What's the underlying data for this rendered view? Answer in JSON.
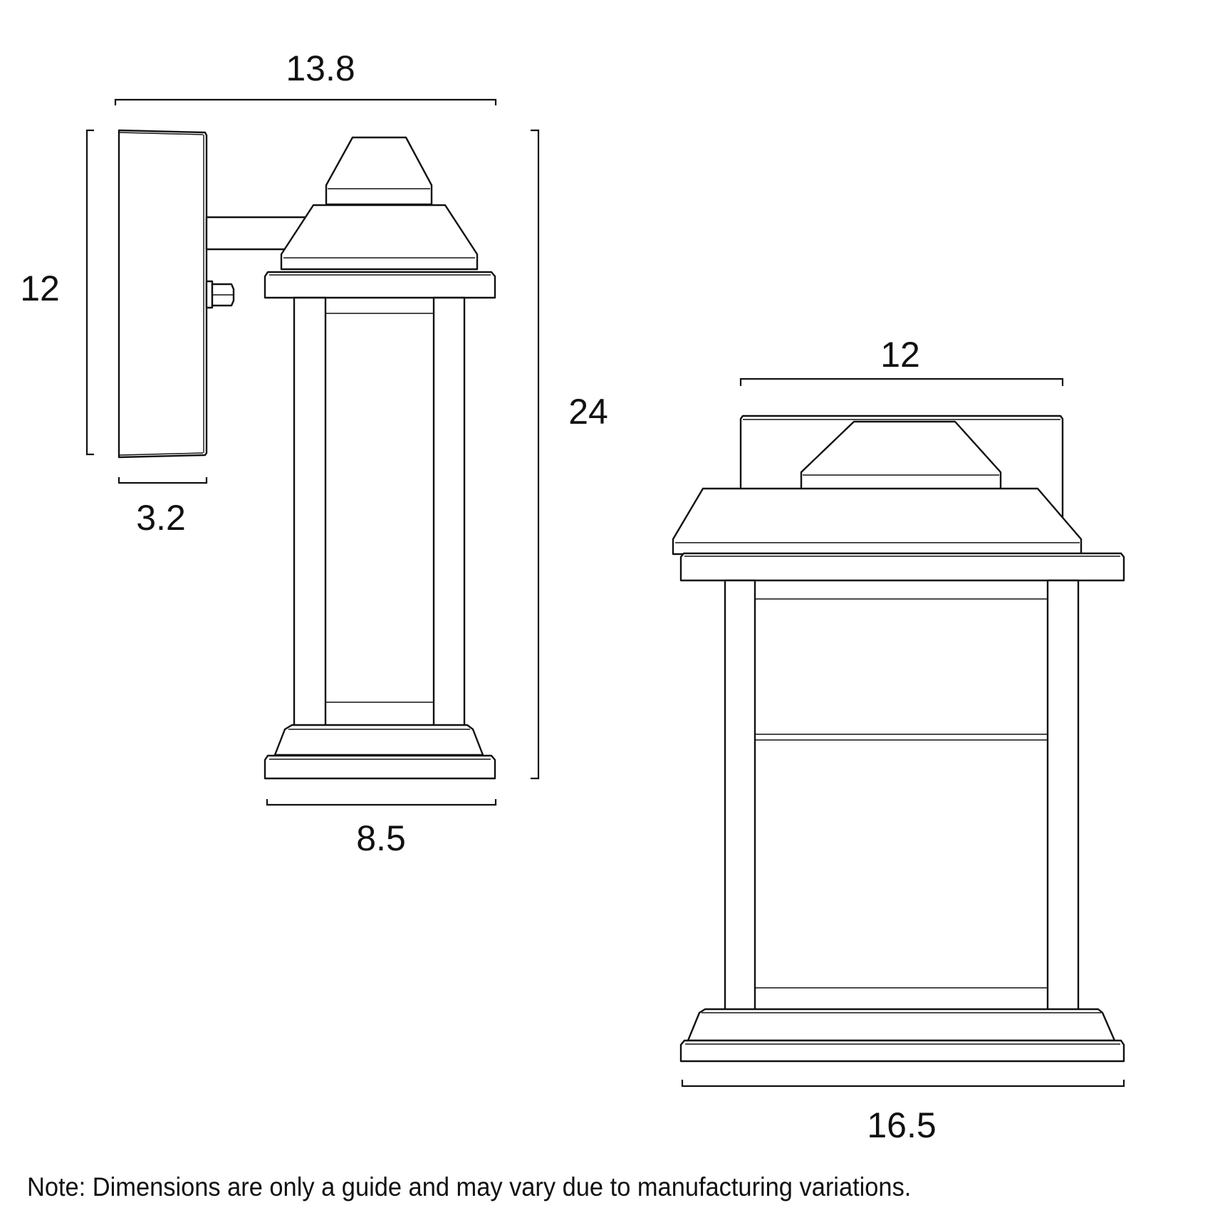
{
  "drawing": {
    "subject": "Outdoor wall lantern dimension drawing",
    "views": [
      {
        "name": "side-view",
        "dimensions": {
          "overall_projection": "13.8",
          "backplate_height": "12",
          "backplate_depth": "3.2",
          "overall_height": "24",
          "base_width": "8.5"
        }
      },
      {
        "name": "front-view",
        "dimensions": {
          "backplate_width": "12",
          "overall_width": "16.5"
        }
      }
    ]
  },
  "labels": {
    "side_width": "13.8",
    "side_backplate_height": "12",
    "side_backplate_depth": "3.2",
    "side_height": "24",
    "side_base_width": "8.5",
    "front_backplate_width": "12",
    "front_width": "16.5"
  },
  "note": "Note: Dimensions are only a guide and may vary due to manufacturing variations.",
  "colors": {
    "line": "#111111",
    "background": "#ffffff"
  }
}
